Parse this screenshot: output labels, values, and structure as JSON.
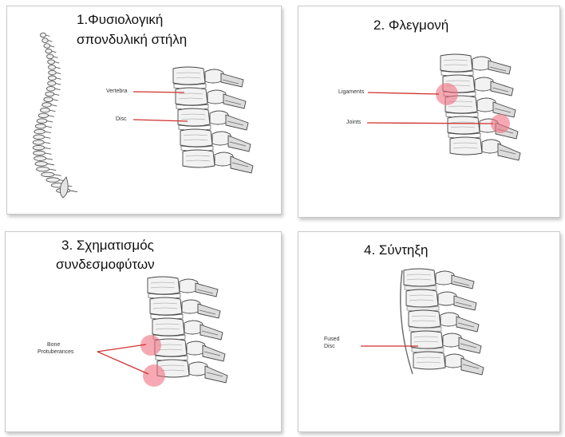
{
  "panels": [
    {
      "title_lines": [
        "1.Φυσιολογική",
        "σπονδυλική στήλη"
      ],
      "labels": [
        "Vertebra",
        "Disc"
      ]
    },
    {
      "title_lines": [
        "2. Φλεγμονή"
      ],
      "labels": [
        "Ligaments",
        "Joints"
      ]
    },
    {
      "title_lines": [
        "3. Σχηματισμός",
        "συνδεσμοφύτων"
      ],
      "labels": [
        "Bone",
        "Protuberances"
      ]
    },
    {
      "title_lines": [
        "4. Σύντηξη"
      ],
      "labels": [
        "Fused",
        "Disc"
      ]
    }
  ],
  "colors": {
    "pointer": "#d0312d",
    "highlight": "#f07080",
    "bone_outline": "#444444",
    "bone_fill": "#f2f2f2"
  }
}
